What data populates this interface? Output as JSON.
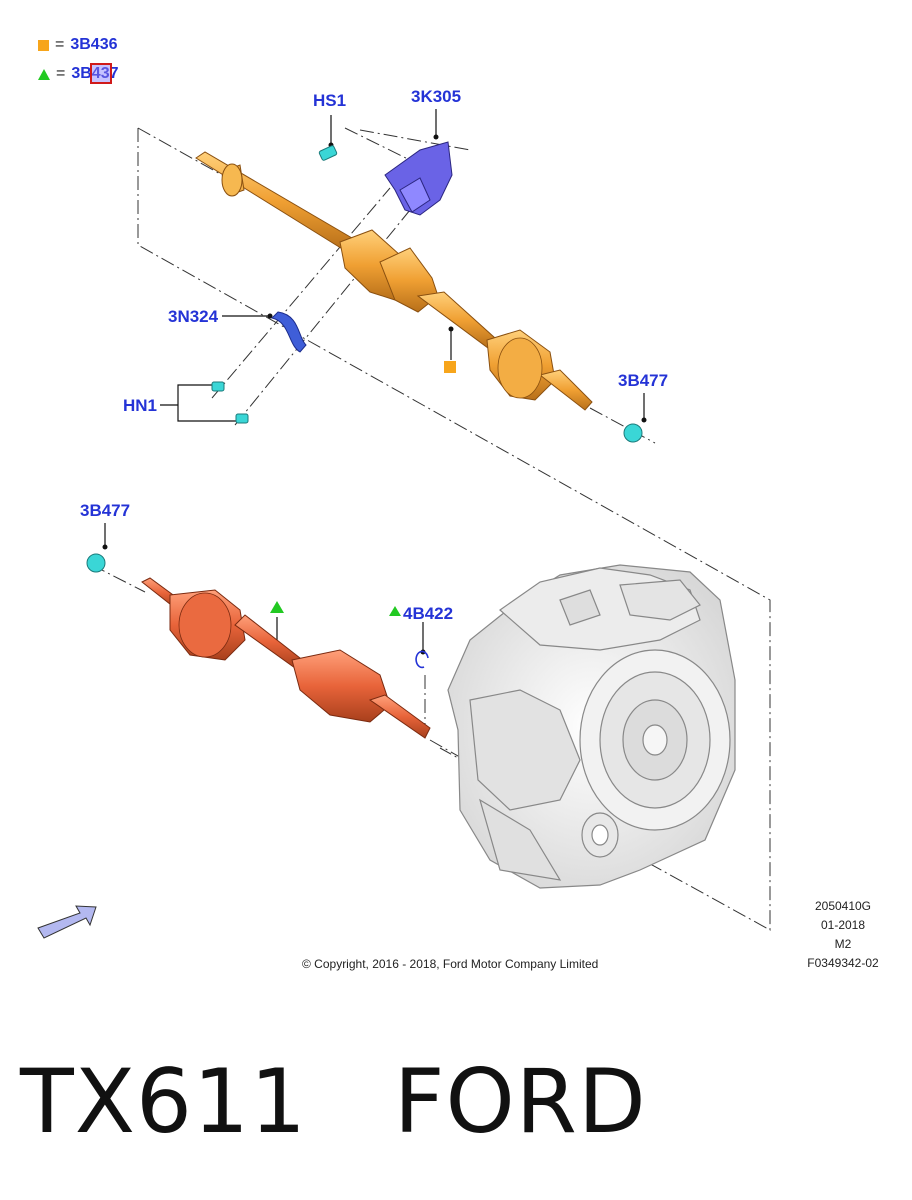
{
  "legend": [
    {
      "symbol": "orange-square",
      "code": "3B436"
    },
    {
      "symbol": "green-triangle",
      "code_prefix": "3B",
      "code_highlight": "43",
      "code_suffix": "7"
    }
  ],
  "callouts": {
    "hs1": "HS1",
    "k305": "3K305",
    "n324": "3N324",
    "hn1": "HN1",
    "b477_top": "3B477",
    "b477_bottom": "3B477",
    "b422": "4B422"
  },
  "meta": {
    "part_code": "2050410G",
    "date": "01-2018",
    "rev": "M2",
    "figure_id": "F0349342-02",
    "copyright": "© Copyright, 2016 - 2018, Ford Motor Company Limited"
  },
  "bottom_title": "TX611   FORD",
  "colors": {
    "callout_blue": "#2433d6",
    "orange_shaft": "#f0a033",
    "red_shaft": "#e8643a",
    "bracket_purple": "#6a63e6",
    "fastener_cyan": "#3ad6d6",
    "legend_orange": "#f7a51b",
    "legend_green": "#22c922"
  }
}
